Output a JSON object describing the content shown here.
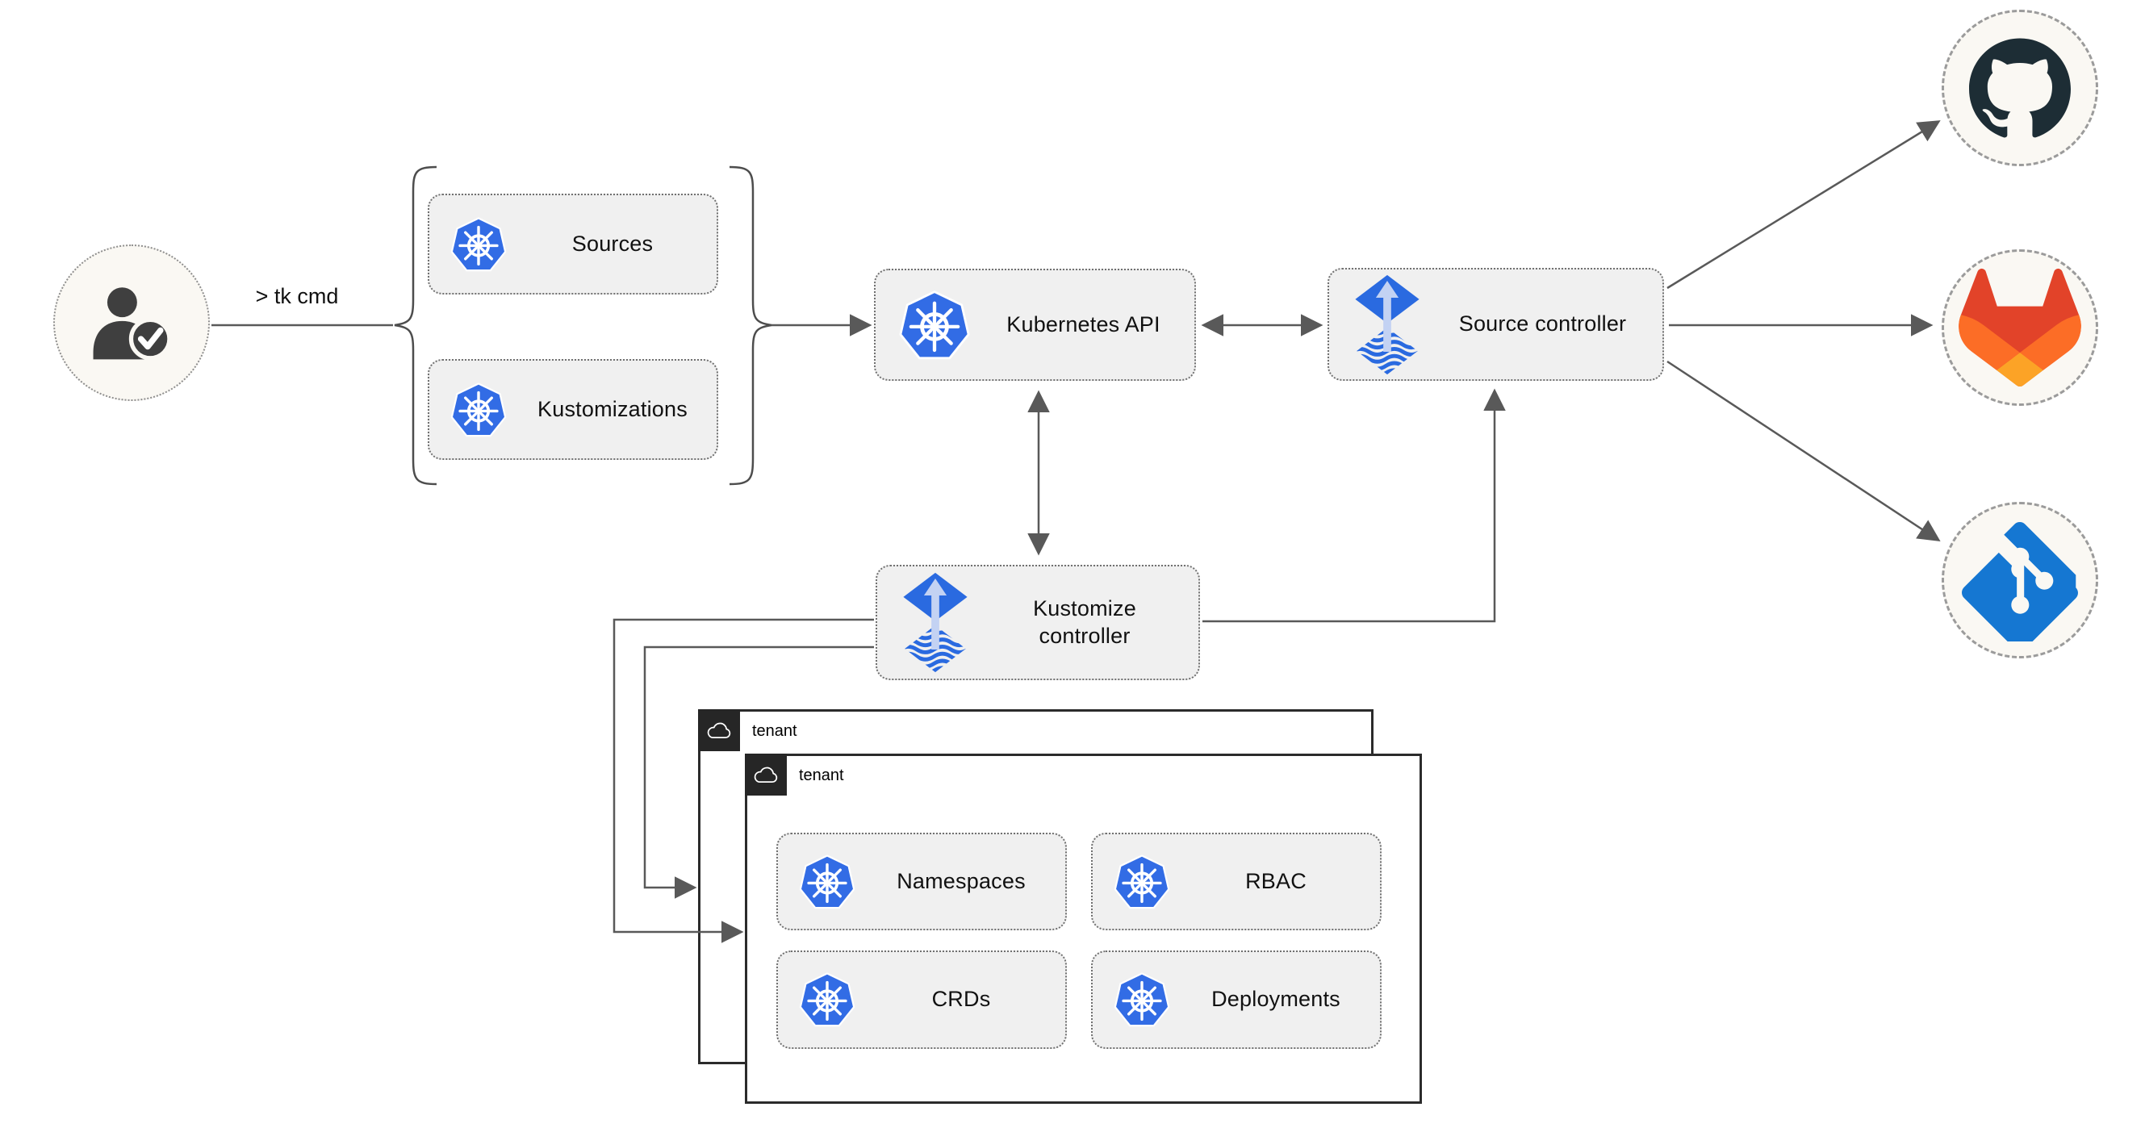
{
  "cli": {
    "command": "> tk cmd",
    "resources": [
      {
        "label": "Sources"
      },
      {
        "label": "Kustomizations"
      }
    ]
  },
  "cluster": {
    "kubernetes_api": {
      "label": "Kubernetes API"
    },
    "source_controller": {
      "label": "Source controller"
    },
    "kustomize_controller": {
      "label": "Kustomize controller"
    }
  },
  "tenants": [
    {
      "label": "tenant"
    },
    {
      "label": "tenant",
      "resources": [
        {
          "label": "Namespaces"
        },
        {
          "label": "RBAC"
        },
        {
          "label": "CRDs"
        },
        {
          "label": "Deployments"
        }
      ]
    }
  ],
  "repositories": [
    {
      "name": "GitHub",
      "icon": "github-icon"
    },
    {
      "name": "GitLab",
      "icon": "gitlab-icon"
    },
    {
      "name": "Git",
      "icon": "git-icon"
    }
  ],
  "colors": {
    "kubernetes_blue": "#326ce5",
    "flux_blue": "#2a6ae0",
    "flux_arrow_light": "#c3d2f3",
    "wire_gray": "#595959",
    "node_fill": "#f0f0f0",
    "node_border": "#707070",
    "window_border": "#2b2b2b",
    "tab_background": "#262626",
    "circle_fill": "#faf8f3",
    "github_dark": "#1d2d35",
    "gitlab_red": "#e24329",
    "gitlab_orange": "#fc6d26",
    "gitlab_amber": "#fca326",
    "git_blue": "#1577d2",
    "user_gray": "#3f3f3f"
  }
}
